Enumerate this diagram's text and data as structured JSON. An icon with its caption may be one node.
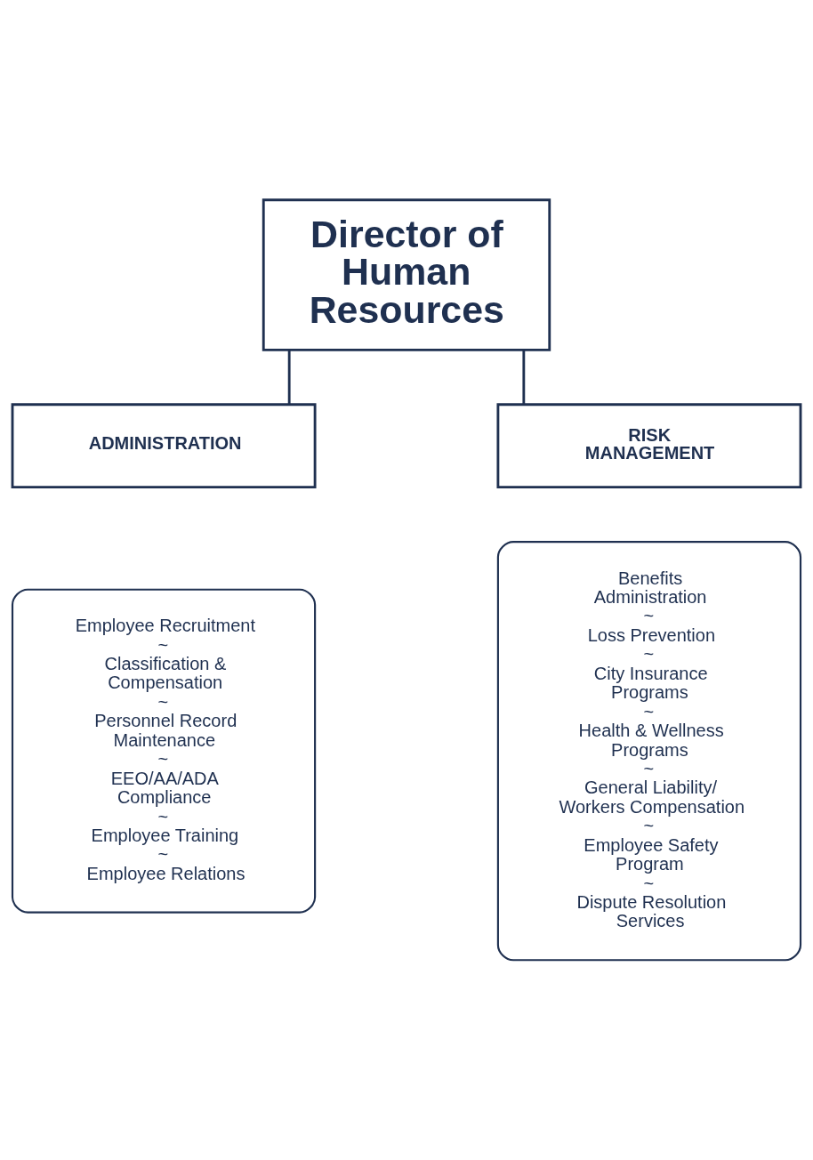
{
  "diagram": {
    "nodes": [
      {
        "text": [
          "Director of Human Resources"
        ]
      },
      {
        "text": [
          "ADMINISTRATION"
        ]
      },
      {
        "text": [
          "RISK MANAGEMENT"
        ]
      },
      {
        "text": [
          "Employee Recruitment",
          "~",
          "Classification & Compensation",
          "~",
          "Personnel Record Maintenance",
          "~",
          "EEO/AA/ADA Compliance",
          "~",
          "Employee Training",
          "~",
          "Employee Relations"
        ]
      },
      {
        "text": [
          "Benefits Administration",
          "~",
          "Loss Prevention",
          "~",
          "City Insurance Programs",
          "~",
          "Health & Wellness Programs",
          "~",
          "General Liability/ Workers Compensation",
          "~",
          "Employee Safety Program",
          "~",
          "Dispute Resolution Services"
        ]
      }
    ],
    "edges": [
      {
        "from": 0,
        "to": 1,
        "arrow": "none"
      },
      {
        "from": 0,
        "to": 2,
        "arrow": "none"
      }
    ]
  }
}
